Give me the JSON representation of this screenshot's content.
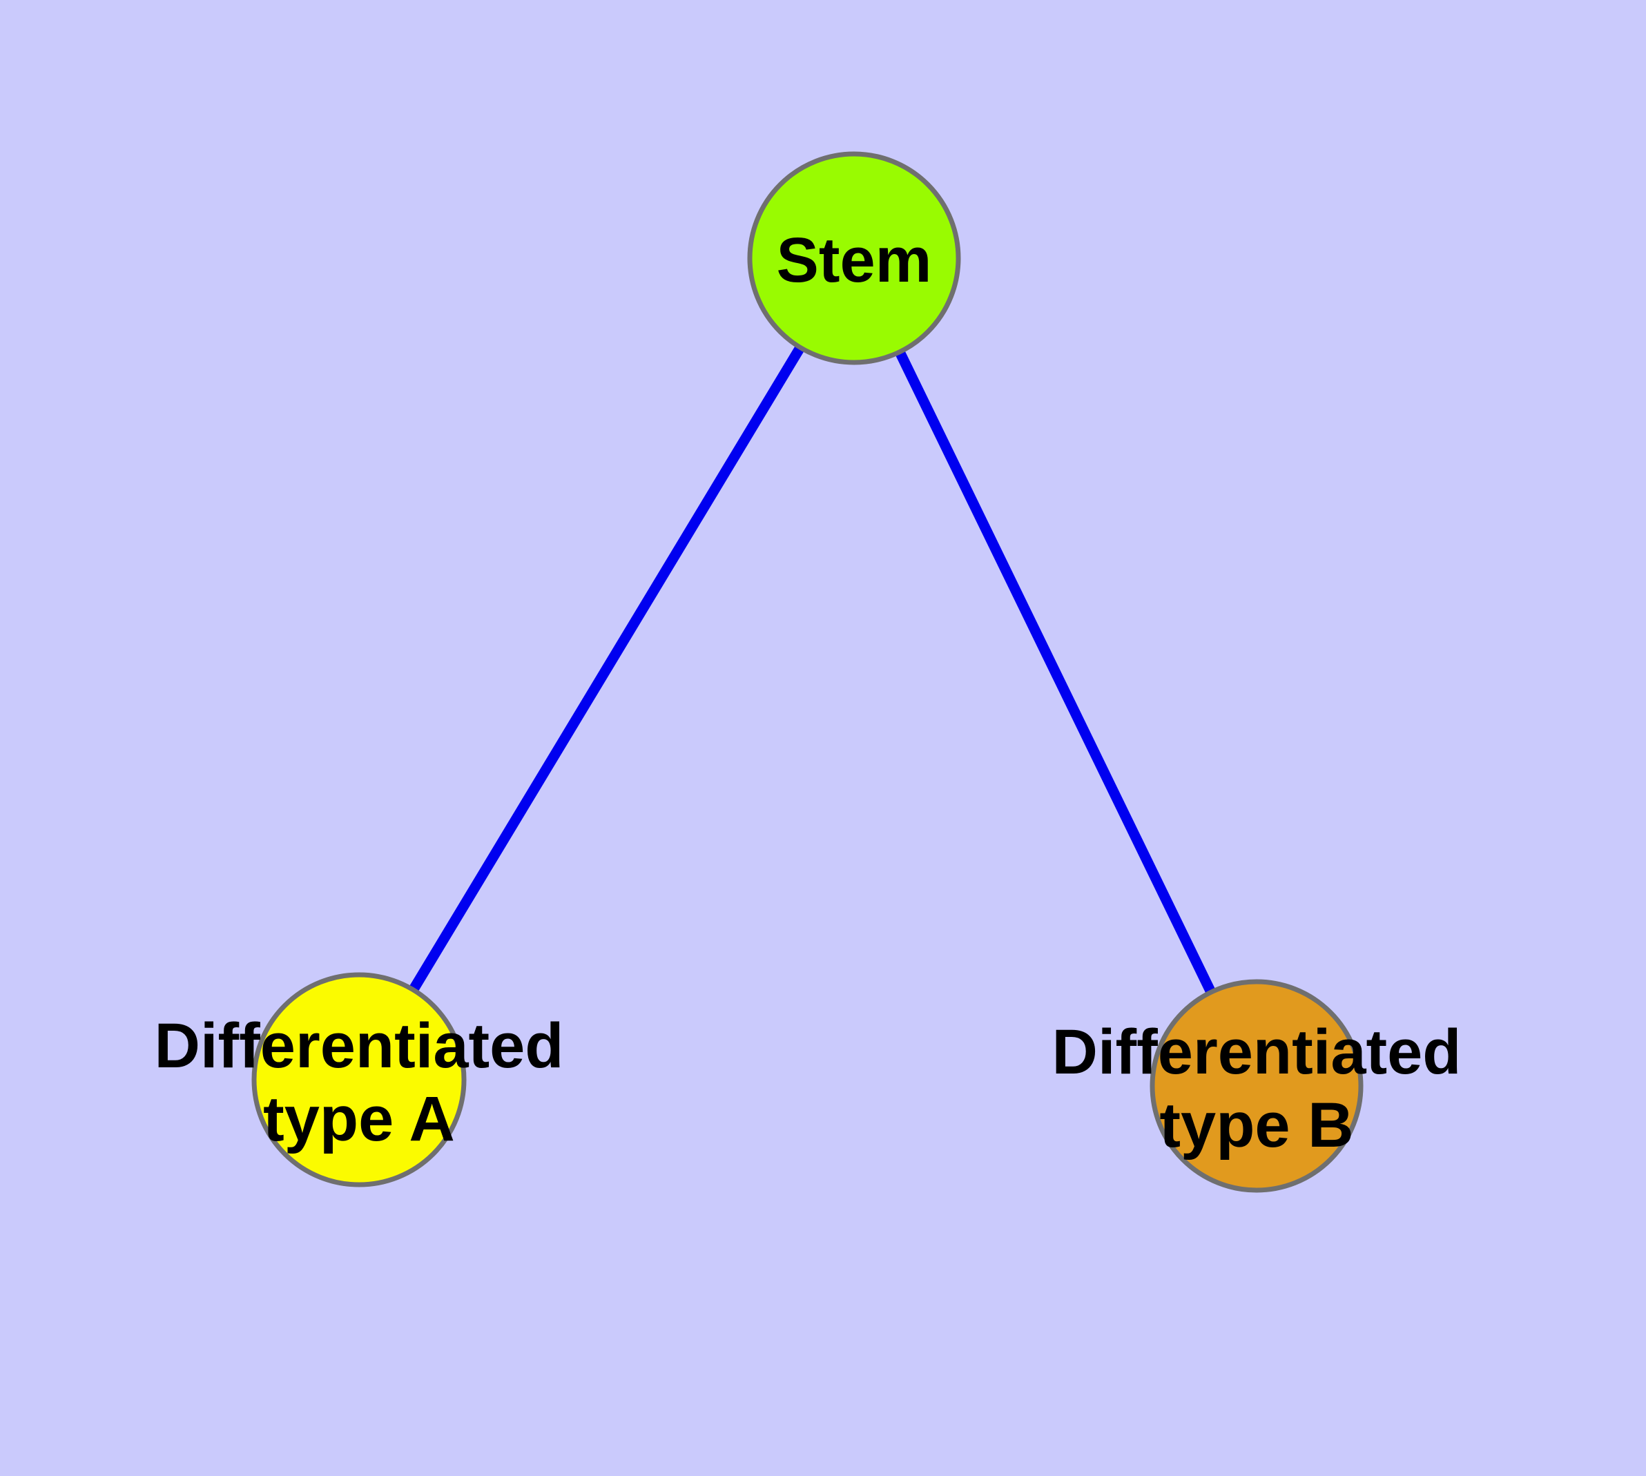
{
  "diagram": {
    "background_color": "#CACAFC",
    "node_border_color": "#6F6F6F",
    "edge_color": "#0000F0",
    "label_color": "#000000",
    "nodes": [
      {
        "id": "stem",
        "label": "Stem",
        "label_lines": [
          "Stem"
        ],
        "fill": "#99FB01",
        "shape": "circle"
      },
      {
        "id": "differentiated-type-a",
        "label": "Differentiated type A",
        "label_lines": [
          "Differentiated",
          "type A"
        ],
        "fill": "#FBFB00",
        "shape": "circle"
      },
      {
        "id": "differentiated-type-b",
        "label": "Differentiated type B",
        "label_lines": [
          "Differentiated",
          "type B"
        ],
        "fill": "#E19A1E",
        "shape": "circle"
      }
    ],
    "edges": [
      {
        "from": "stem",
        "to": "differentiated-type-a"
      },
      {
        "from": "stem",
        "to": "differentiated-type-b"
      }
    ]
  }
}
